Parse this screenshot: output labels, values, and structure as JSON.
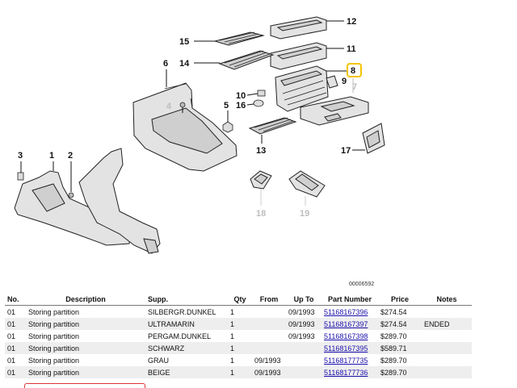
{
  "diagram": {
    "ref_code": "00006592",
    "callouts": {
      "c1": "1",
      "c2": "2",
      "c3": "3",
      "c4": "4",
      "c5": "5",
      "c6": "6",
      "c7": "7",
      "c8": "8",
      "c9": "9",
      "c10": "10",
      "c11": "11",
      "c12": "12",
      "c13": "13",
      "c14": "14",
      "c15": "15",
      "c16": "16",
      "c17": "17",
      "c18": "18",
      "c19": "19"
    },
    "highlight_color": "#f5c400"
  },
  "table": {
    "headers": [
      "No.",
      "Description",
      "Supp.",
      "Qty",
      "From",
      "Up To",
      "Part Number",
      "Price",
      "Notes"
    ],
    "rows": [
      [
        "01",
        "Storing partition",
        "SILBERGR.DUNKEL",
        "1",
        "",
        "09/1993",
        "51168167396",
        "$274.54",
        ""
      ],
      [
        "01",
        "Storing partition",
        "ULTRAMARIN",
        "1",
        "",
        "09/1993",
        "51168167397",
        "$274.54",
        "ENDED"
      ],
      [
        "01",
        "Storing partition",
        "PERGAM.DUNKEL",
        "1",
        "",
        "09/1993",
        "51168167398",
        "$289.70",
        ""
      ],
      [
        "01",
        "Storing partition",
        "SCHWARZ",
        "1",
        "",
        "",
        "51168167395",
        "$589.71",
        ""
      ],
      [
        "01",
        "Storing partition",
        "GRAU",
        "1",
        "09/1993",
        "",
        "51168177735",
        "$289.70",
        ""
      ],
      [
        "01",
        "Storing partition",
        "BEIGE",
        "1",
        "09/1993",
        "",
        "51168177736",
        "$289.70",
        ""
      ]
    ]
  }
}
